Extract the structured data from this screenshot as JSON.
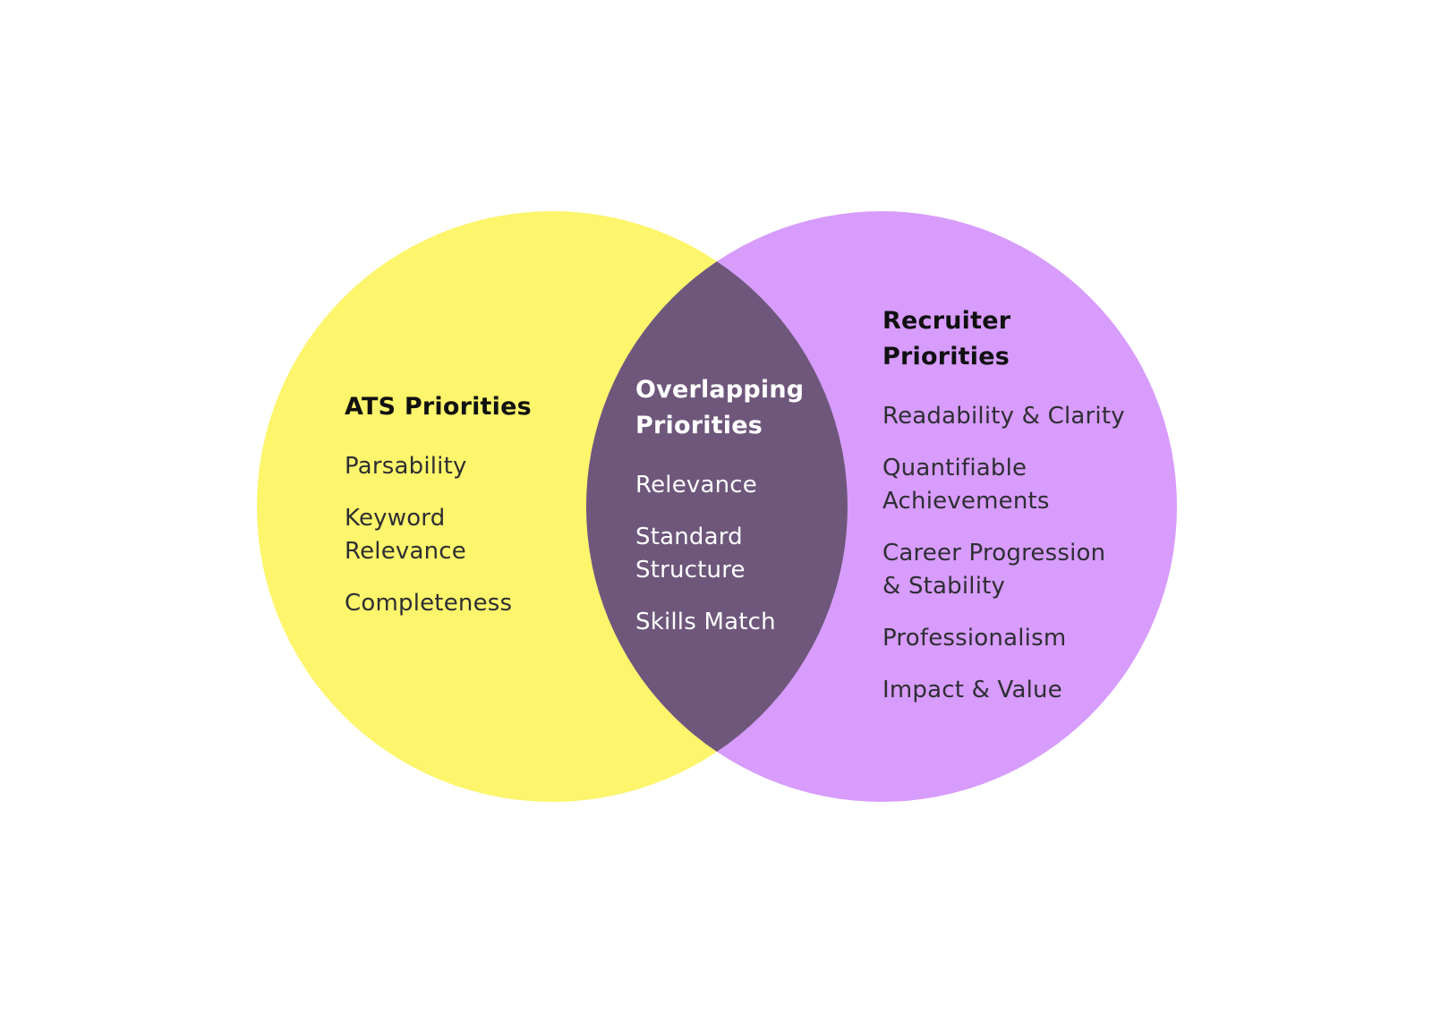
{
  "colors": {
    "background": "#ffffff",
    "ats_circle": "#fdf56b",
    "recruiter_circle": "#d79cfc",
    "overlap": "#6e577b",
    "heading_text": "#111111",
    "item_text": "#2e2e33",
    "overlap_text": "#ffffff"
  },
  "ats": {
    "title": "ATS Priorities",
    "items": [
      "Parsability",
      "Keyword Relevance",
      "Completeness"
    ]
  },
  "overlap": {
    "title": "Overlapping Priorities",
    "items": [
      "Relevance",
      "Standard Structure",
      "Skills Match"
    ]
  },
  "recruiter": {
    "title": "Recruiter Priorities",
    "items": [
      "Readability & Clarity",
      "Quantifiable Achievements",
      "Career Progression & Stability",
      "Professionalism",
      "Impact & Value"
    ]
  }
}
